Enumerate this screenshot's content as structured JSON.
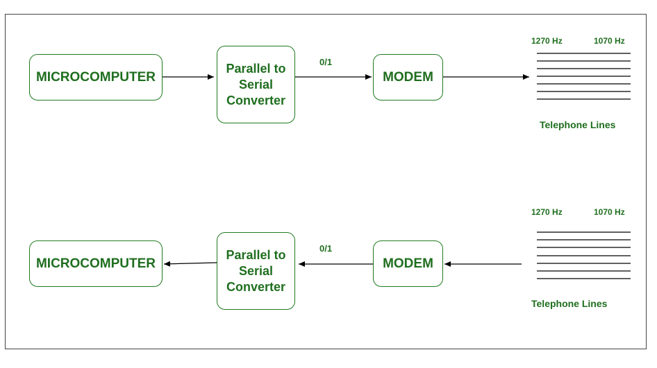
{
  "rows": [
    {
      "microcomputer": "MICROCOMPUTER",
      "converter": "Parallel to\nSerial\nConverter",
      "bit_label": "0/1",
      "modem": "MODEM",
      "freq_left": "1270 Hz",
      "freq_right": "1070 Hz",
      "lines_label": "Telephone Lines"
    },
    {
      "microcomputer": "MICROCOMPUTER",
      "converter": "Parallel to\nSerial\nConverter",
      "bit_label": "0/1",
      "modem": "MODEM",
      "freq_left": "1270 Hz",
      "freq_right": "1070 Hz",
      "lines_label": "Telephone Lines"
    }
  ],
  "colors": {
    "text_green": "#1f6e1f",
    "border_green": "#1f7a1f",
    "line_black": "#000000"
  }
}
